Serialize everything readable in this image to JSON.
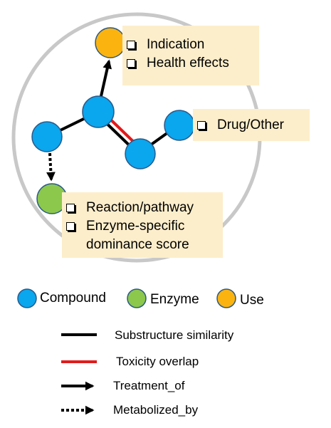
{
  "annotations": {
    "use": {
      "items": [
        "Indication",
        "Health effects"
      ]
    },
    "drug": {
      "items": [
        "Drug/Other"
      ]
    },
    "enzyme": {
      "items": [
        "Reaction/pathway",
        "Enzyme-specific",
        "dominance score"
      ]
    }
  },
  "node_legend": [
    {
      "label": "Compound",
      "color": "#0aa6ee"
    },
    {
      "label": "Enzyme",
      "color": "#8cc84b"
    },
    {
      "label": "Use",
      "color": "#fbb40f"
    }
  ],
  "edge_legend": [
    {
      "label": "Substructure similarity",
      "style": "solid",
      "color": "#000000"
    },
    {
      "label": "Toxicity overlap",
      "style": "solid",
      "color": "#e01b1b"
    },
    {
      "label": "Treatment_of",
      "style": "arrow",
      "color": "#000000"
    },
    {
      "label": "Metabolized_by",
      "style": "dotted-arrow",
      "color": "#000000"
    }
  ]
}
